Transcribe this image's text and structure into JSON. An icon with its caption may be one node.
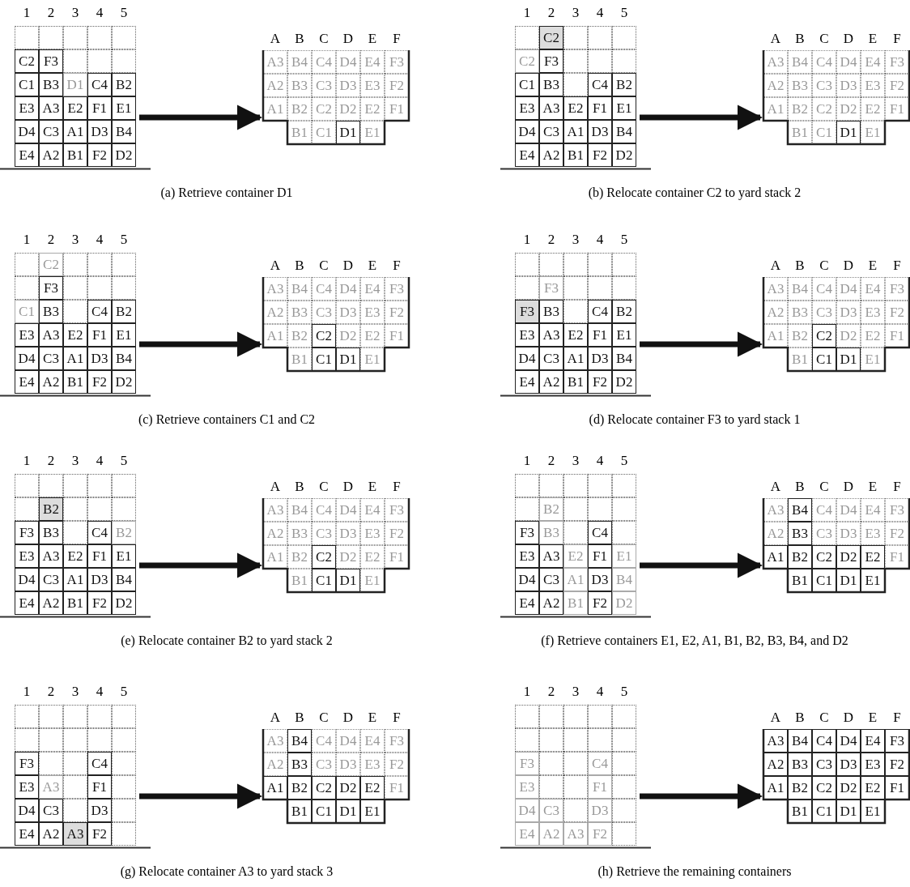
{
  "diagram": {
    "nodes": [
      {
        "text": [
          "C2",
          "F3",
          "C1",
          "B3",
          "D1",
          "C4",
          "B2",
          "E3",
          "A3",
          "E2",
          "F1",
          "E1",
          "D4",
          "C3",
          "A1",
          "D3",
          "B4",
          "E4",
          "A2",
          "B1",
          "F2",
          "D2"
        ]
      },
      {
        "text": [
          "A3",
          "B4",
          "C4",
          "D4",
          "E4",
          "F3",
          "A2",
          "B3",
          "C3",
          "D3",
          "E3",
          "F2",
          "A1",
          "B2",
          "C2",
          "D2",
          "E2",
          "F1",
          "B1",
          "C1",
          "D1",
          "E1"
        ]
      },
      {
        "text": [
          "C2",
          "C2",
          "F3",
          "C1",
          "B3",
          "C4",
          "B2",
          "E3",
          "A3",
          "E2",
          "F1",
          "E1",
          "D4",
          "C3",
          "A1",
          "D3",
          "B4",
          "E4",
          "A2",
          "B1",
          "F2",
          "D2"
        ]
      },
      {
        "text": [
          "A3",
          "B4",
          "C4",
          "D4",
          "E4",
          "F3",
          "A2",
          "B3",
          "C3",
          "D3",
          "E3",
          "F2",
          "A1",
          "B2",
          "C2",
          "D2",
          "E2",
          "F1",
          "B1",
          "C1",
          "D1",
          "E1"
        ]
      },
      {
        "text": [
          "C2",
          "F3",
          "C1",
          "B3",
          "C4",
          "B2",
          "E3",
          "A3",
          "E2",
          "F1",
          "E1",
          "D4",
          "C3",
          "A1",
          "D3",
          "B4",
          "E4",
          "A2",
          "B1",
          "F2",
          "D2"
        ]
      },
      {
        "text": [
          "A3",
          "B4",
          "C4",
          "D4",
          "E4",
          "F3",
          "A2",
          "B3",
          "C3",
          "D3",
          "E3",
          "F2",
          "A1",
          "B2",
          "C2",
          "D2",
          "E2",
          "F1",
          "B1",
          "C1",
          "D1",
          "E1"
        ]
      },
      {
        "text": [
          "F3",
          "F3",
          "B3",
          "C4",
          "B2",
          "E3",
          "A3",
          "E2",
          "F1",
          "E1",
          "D4",
          "C3",
          "A1",
          "D3",
          "B4",
          "E4",
          "A2",
          "B1",
          "F2",
          "D2"
        ]
      },
      {
        "text": [
          "A3",
          "B4",
          "C4",
          "D4",
          "E4",
          "F3",
          "A2",
          "B3",
          "C3",
          "D3",
          "E3",
          "F2",
          "A1",
          "B2",
          "C2",
          "D2",
          "E2",
          "F1",
          "B1",
          "C1",
          "D1",
          "E1"
        ]
      },
      {
        "text": [
          "B2",
          "F3",
          "B3",
          "C4",
          "B2",
          "E3",
          "A3",
          "E2",
          "F1",
          "E1",
          "D4",
          "C3",
          "A1",
          "D3",
          "B4",
          "E4",
          "A2",
          "B1",
          "F2",
          "D2"
        ]
      },
      {
        "text": [
          "A3",
          "B4",
          "C4",
          "D4",
          "E4",
          "F3",
          "A2",
          "B3",
          "C3",
          "D3",
          "E3",
          "F2",
          "A1",
          "B2",
          "C2",
          "D2",
          "E2",
          "F1",
          "B1",
          "C1",
          "D1",
          "E1"
        ]
      },
      {
        "text": [
          "B2",
          "F3",
          "B3",
          "C4",
          "E3",
          "A3",
          "E2",
          "F1",
          "E1",
          "D4",
          "C3",
          "A1",
          "D3",
          "B4",
          "E4",
          "A2",
          "B1",
          "F2",
          "D2"
        ]
      },
      {
        "text": [
          "A3",
          "B4",
          "C4",
          "D4",
          "E4",
          "F3",
          "A2",
          "B3",
          "C3",
          "D3",
          "E3",
          "F2",
          "A1",
          "B2",
          "C2",
          "D2",
          "E2",
          "F1",
          "B1",
          "C1",
          "D1",
          "E1"
        ]
      },
      {
        "text": [
          "F3",
          "C4",
          "E3",
          "A3",
          "F1",
          "D4",
          "C3",
          "D3",
          "E4",
          "A2",
          "A3",
          "F2"
        ]
      },
      {
        "text": [
          "A3",
          "B4",
          "C4",
          "D4",
          "E4",
          "F3",
          "A2",
          "B3",
          "C3",
          "D3",
          "E3",
          "F2",
          "A1",
          "B2",
          "C2",
          "D2",
          "E2",
          "F1",
          "B1",
          "C1",
          "D1",
          "E1"
        ]
      },
      {
        "text": [
          "F3",
          "C4",
          "E3",
          "F1",
          "D4",
          "C3",
          "D3",
          "E4",
          "A2",
          "A3",
          "F2"
        ]
      },
      {
        "text": [
          "A3",
          "B4",
          "C4",
          "D4",
          "E4",
          "F3",
          "A2",
          "B3",
          "C3",
          "D3",
          "E3",
          "F2",
          "A1",
          "B2",
          "C2",
          "D2",
          "E2",
          "F1",
          "B1",
          "C1",
          "D1",
          "E1"
        ]
      }
    ],
    "edges": [
      {
        "from": 0,
        "to": 1,
        "arrow": "to"
      },
      {
        "from": 2,
        "to": 3,
        "arrow": "to"
      },
      {
        "from": 4,
        "to": 5,
        "arrow": "to"
      },
      {
        "from": 6,
        "to": 7,
        "arrow": "to"
      },
      {
        "from": 8,
        "to": 9,
        "arrow": "to"
      },
      {
        "from": 10,
        "to": 11,
        "arrow": "to"
      },
      {
        "from": 12,
        "to": 13,
        "arrow": "to"
      },
      {
        "from": 14,
        "to": 15,
        "arrow": "to"
      }
    ],
    "labels": [
      "1",
      "2",
      "3",
      "4",
      "5",
      "A",
      "B",
      "C",
      "D",
      "E",
      "F",
      "(a) Retrieve container D1",
      "1",
      "2",
      "3",
      "4",
      "5",
      "A",
      "B",
      "C",
      "D",
      "E",
      "F",
      "(b) Relocate container C2 to yard stack 2",
      "1",
      "2",
      "3",
      "4",
      "5",
      "A",
      "B",
      "C",
      "D",
      "E",
      "F",
      "(c) Retrieve containers C1 and C2",
      "1",
      "2",
      "3",
      "4",
      "5",
      "A",
      "B",
      "C",
      "D",
      "E",
      "F",
      "(d) Relocate container F3 to yard stack 1",
      "1",
      "2",
      "3",
      "4",
      "5",
      "A",
      "B",
      "C",
      "D",
      "E",
      "F",
      "(e) Relocate container B2 to yard stack 2",
      "1",
      "2",
      "3",
      "4",
      "5",
      "A",
      "B",
      "C",
      "D",
      "E",
      "F",
      "(f) Retrieve containers E1, E2, A1, B1, B2, B3, B4, and D2",
      "1",
      "2",
      "3",
      "4",
      "5",
      "A",
      "B",
      "C",
      "D",
      "E",
      "F",
      "(g) Relocate container A3 to yard stack 3",
      "1",
      "2",
      "3",
      "4",
      "5",
      "A",
      "B",
      "C",
      "D",
      "E",
      "F",
      "(h) Retrieve the remaining containers"
    ]
  }
}
